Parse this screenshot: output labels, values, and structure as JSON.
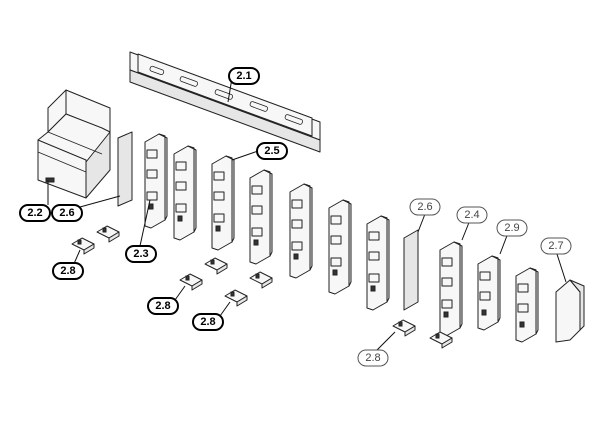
{
  "callouts": [
    {
      "id": "c-2-1",
      "label": "2.1",
      "style": "bold"
    },
    {
      "id": "c-2-5",
      "label": "2.5",
      "style": "bold"
    },
    {
      "id": "c-2-2",
      "label": "2.2",
      "style": "bold"
    },
    {
      "id": "c-2-6a",
      "label": "2.6",
      "style": "bold"
    },
    {
      "id": "c-2-8a",
      "label": "2.8",
      "style": "bold"
    },
    {
      "id": "c-2-3",
      "label": "2.3",
      "style": "bold"
    },
    {
      "id": "c-2-8b",
      "label": "2.8",
      "style": "bold"
    },
    {
      "id": "c-2-8c",
      "label": "2.8",
      "style": "bold"
    },
    {
      "id": "c-2-6b",
      "label": "2.6",
      "style": "light"
    },
    {
      "id": "c-2-4",
      "label": "2.4",
      "style": "light"
    },
    {
      "id": "c-2-9",
      "label": "2.9",
      "style": "light"
    },
    {
      "id": "c-2-7",
      "label": "2.7",
      "style": "light"
    },
    {
      "id": "c-2-8d",
      "label": "2.8",
      "style": "light"
    }
  ]
}
